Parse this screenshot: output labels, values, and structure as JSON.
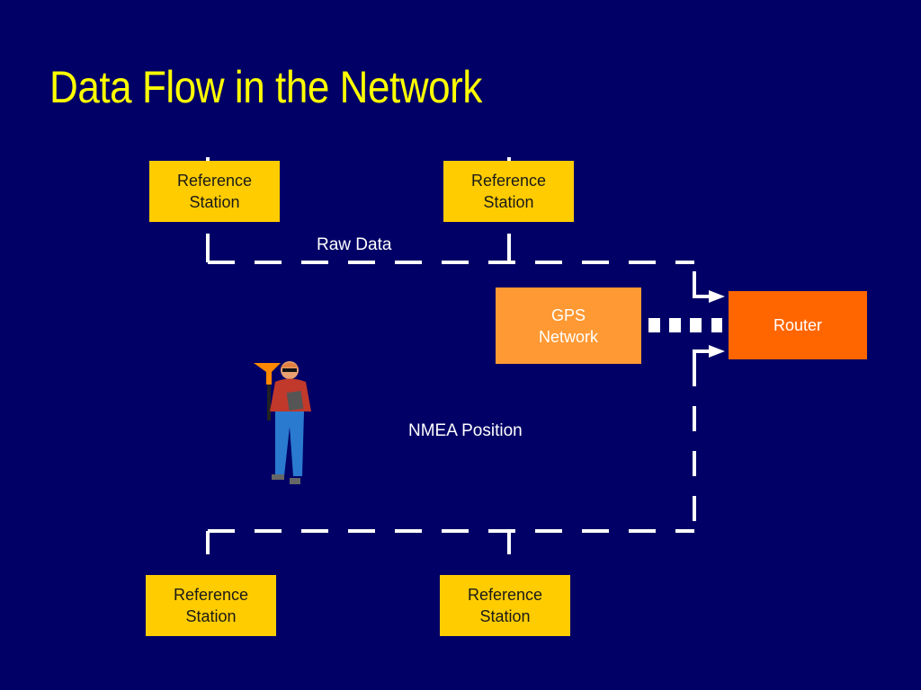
{
  "slide": {
    "title": "Data Flow in the Network",
    "colors": {
      "background": "#000066",
      "title": "#ffff00",
      "reference_station": "#ffcc00",
      "gps_network": "#ff9933",
      "router": "#ff6600",
      "connector": "#ffffff"
    }
  },
  "nodes": {
    "ref_top_left": {
      "line1": "Reference",
      "line2": "Station"
    },
    "ref_top_right": {
      "line1": "Reference",
      "line2": "Station"
    },
    "ref_bottom_left": {
      "line1": "Reference",
      "line2": "Station"
    },
    "ref_bottom_right": {
      "line1": "Reference",
      "line2": "Station"
    },
    "gps_network": {
      "line1": "GPS",
      "line2": "Network"
    },
    "router": {
      "label": "Router"
    }
  },
  "edges": {
    "raw_data_label": "Raw Data",
    "nmea_label": "NMEA Position"
  },
  "illustration": {
    "icon": "surveyor-with-gps-antenna-icon"
  }
}
